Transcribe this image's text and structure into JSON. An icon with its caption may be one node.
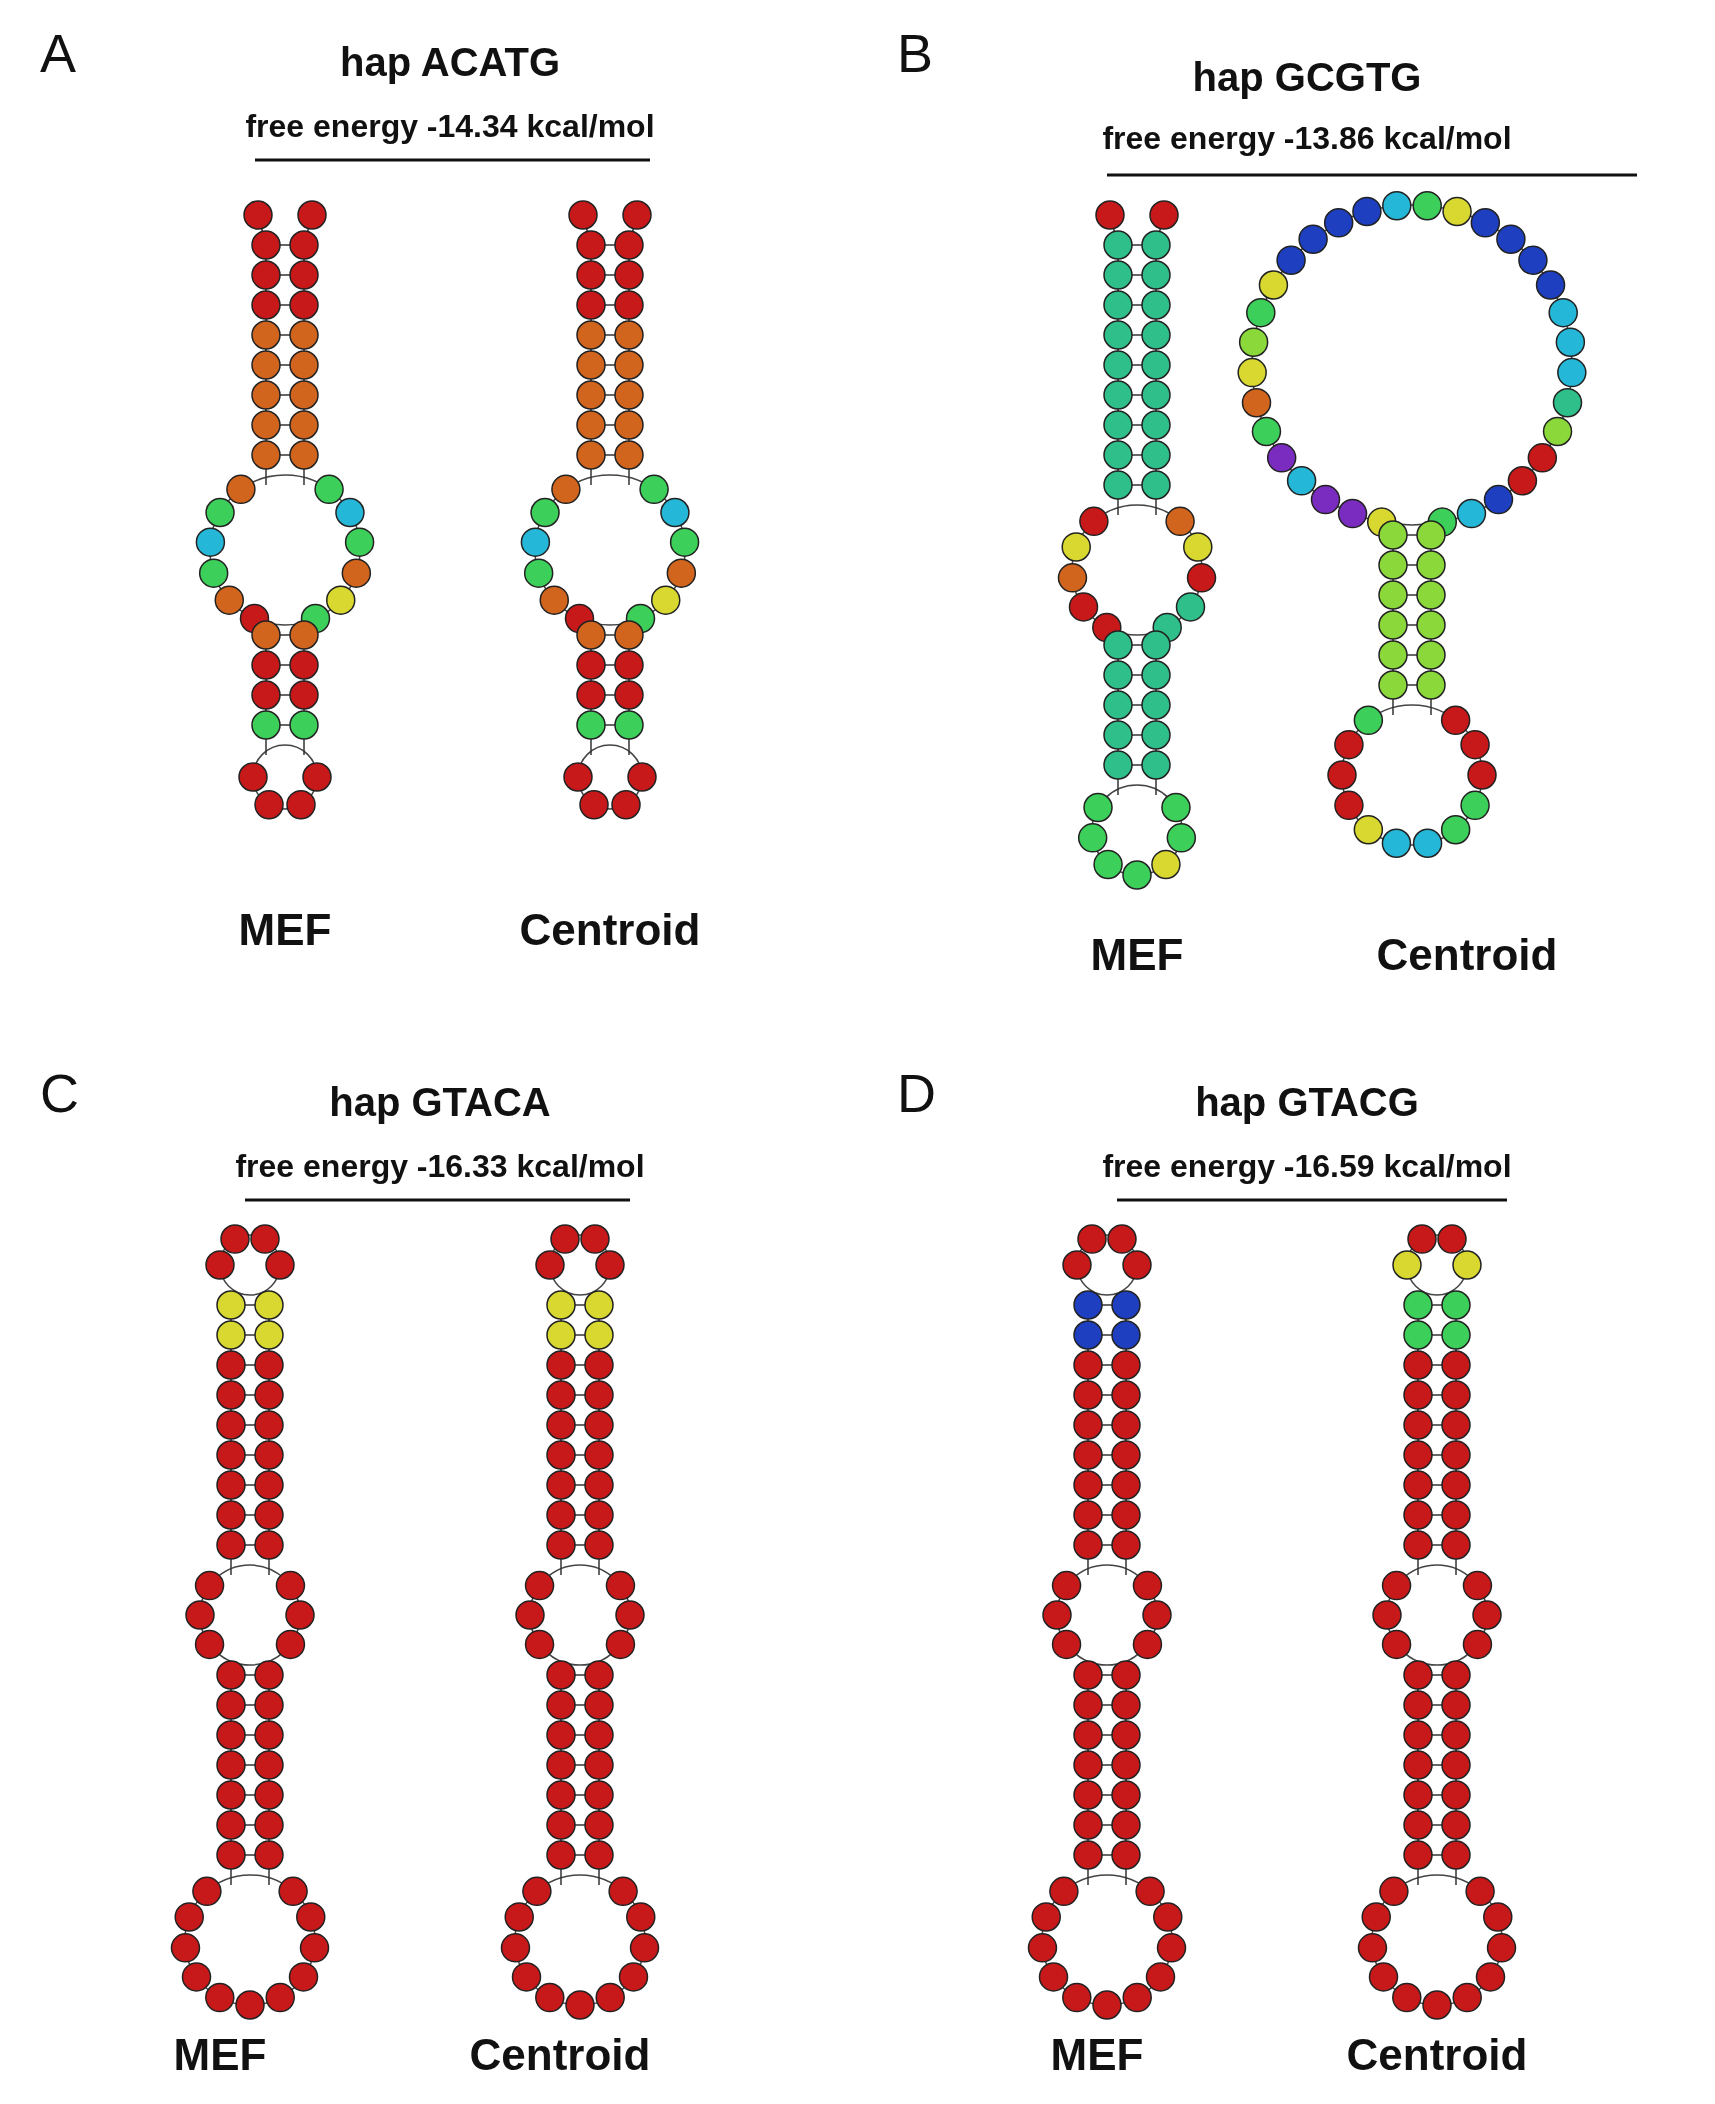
{
  "diagram": {
    "labels": [
      "A",
      "hap ACATG",
      "free energy -14.34 kcal/mol",
      "MEF",
      "Centroid",
      "B",
      "hap GCGTG",
      "free energy  -13.86 kcal/mol",
      "MEF",
      "Centroid",
      "C",
      "hap GTACA",
      "free energy -16.33 kcal/mol",
      "MEF",
      "Centroid",
      "D",
      "hap GTACG",
      "free energy -16.59 kcal/mol",
      "MEF",
      "Centroid"
    ]
  }
}
